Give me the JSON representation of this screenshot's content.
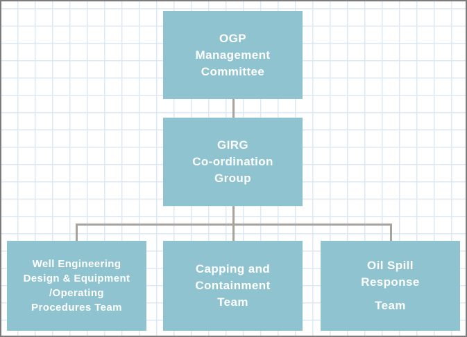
{
  "diagram": {
    "type": "org-chart",
    "nodes": [
      {
        "id": "ogp-management-committee",
        "label": "OGP Management Committee",
        "lines": [
          "OGP",
          "Management",
          "Committee"
        ]
      },
      {
        "id": "girg-coordination-group",
        "label": "GIRG Co-ordination Group",
        "lines": [
          "GIRG",
          "Co-ordination",
          "Group"
        ]
      },
      {
        "id": "well-engineering-team",
        "label": "Well Engineering Design & Equipment /Operating Procedures Team",
        "lines": [
          "Well Engineering",
          "Design & Equipment",
          "/Operating",
          "Procedures Team"
        ]
      },
      {
        "id": "capping-containment-team",
        "label": "Capping and Containment Team",
        "lines": [
          "Capping and",
          "Containment",
          "Team"
        ]
      },
      {
        "id": "oil-spill-response-team",
        "label": "Oil Spill Response Team",
        "lines": [
          "Oil Spill",
          "Response",
          "Team"
        ]
      }
    ],
    "edges": [
      {
        "from": "ogp-management-committee",
        "to": "girg-coordination-group"
      },
      {
        "from": "girg-coordination-group",
        "to": "well-engineering-team"
      },
      {
        "from": "girg-coordination-group",
        "to": "capping-containment-team"
      },
      {
        "from": "girg-coordination-group",
        "to": "oil-spill-response-team"
      }
    ],
    "colors": {
      "node_fill": "#8ec3cf",
      "node_text": "#ffffff",
      "connector": "#a8a29c",
      "grid_line": "#dce8f4",
      "background": "#ffffff",
      "border": "#7b7b7b"
    }
  }
}
